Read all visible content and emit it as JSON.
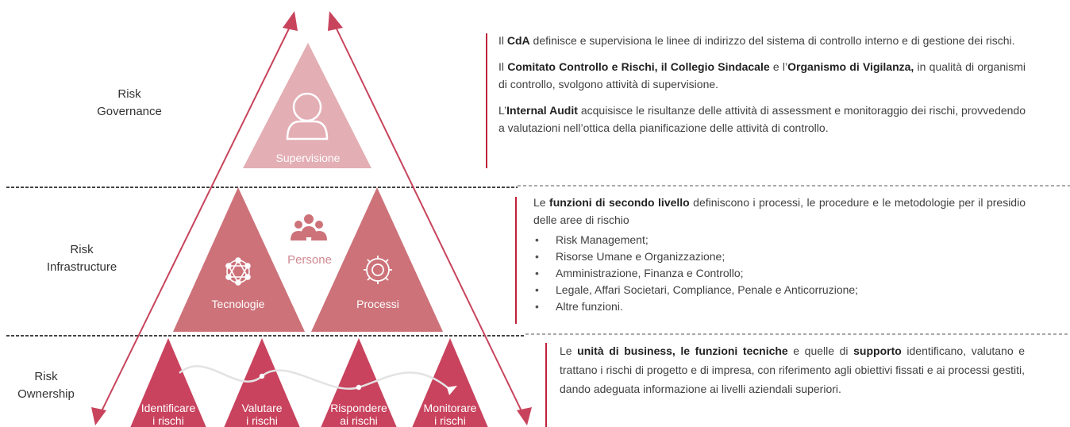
{
  "levels": {
    "governance": [
      "Risk",
      "Governance"
    ],
    "infrastructure": [
      "Risk",
      "Infrastructure"
    ],
    "ownership": [
      "Risk",
      "Ownership"
    ]
  },
  "pyramid": {
    "top": "Supervisione",
    "persone": "Persone",
    "tecnologie": "Tecnologie",
    "processi": "Processi",
    "steps": [
      [
        "Identificare",
        "i rischi"
      ],
      [
        "Valutare",
        "i rischi"
      ],
      [
        "Rispondere",
        "ai rischi"
      ],
      [
        "Monitorare",
        "i rischi"
      ]
    ]
  },
  "governance_text": [
    {
      "runs": [
        [
          "Il ",
          false
        ],
        [
          "CdA",
          true
        ],
        [
          " definisce e supervisiona le linee di indirizzo del sistema di controllo interno e di gestione dei rischi.",
          false
        ]
      ]
    },
    {
      "runs": [
        [
          "Il ",
          false
        ],
        [
          "Comitato Controllo e Rischi, il Collegio Sindacale",
          true
        ],
        [
          " e l’",
          false
        ],
        [
          "Organismo di Vigilanza,",
          true
        ],
        [
          " in qualità di organismi di controllo, svolgono attività di supervisione.",
          false
        ]
      ]
    },
    {
      "runs": [
        [
          "L’",
          false
        ],
        [
          "Internal Audit",
          true
        ],
        [
          " acquisisce le risultanze delle attività di assessment e monitoraggio dei rischi, provvedendo a valutazioni nell’ottica della pianificazione delle attività di controllo.",
          false
        ]
      ]
    }
  ],
  "infrastructure_text": {
    "intro": [
      [
        "Le ",
        false
      ],
      [
        "funzioni di secondo livello",
        true
      ],
      [
        " definiscono i processi, le procedure e le metodologie per il presidio delle aree di rischio",
        false
      ]
    ],
    "items": [
      "Risk Management;",
      "Risorse Umane e Organizzazione;",
      "Amministrazione, Finanza e Controllo;",
      "Legale, Affari Societari, Compliance, Penale e Anticorruzione;",
      "Altre funzioni."
    ]
  },
  "ownership_text": [
    [
      "Le ",
      false
    ],
    [
      "unità di business, le funzioni tecniche",
      true
    ],
    [
      " e quelle di ",
      false
    ],
    [
      "supporto",
      true
    ],
    [
      " identificano, valutano e trattano i rischi di progetto e di impresa, con riferimento agli obiettivi fissati e ai processi gestiti, dando adeguata informazione ai livelli aziendali superiori.",
      false
    ]
  ],
  "colors": {
    "arrow": "#c8445c",
    "top": "#e3aeb4",
    "middle": "#cd7279",
    "bottom": "#c9435e",
    "accent_bar": "#c0233a"
  }
}
